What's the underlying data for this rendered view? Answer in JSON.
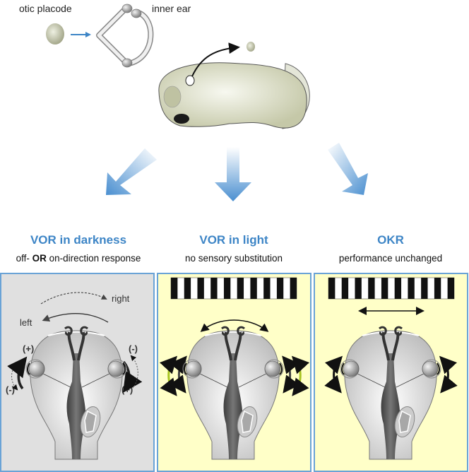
{
  "top": {
    "otic_placode_label": "otic placode",
    "inner_ear_label": "inner ear"
  },
  "panels": [
    {
      "title": "VOR in darkness",
      "subtitle_pre": "off- ",
      "subtitle_bold": "OR",
      "subtitle_post": " on-direction response",
      "background": "#e0e0e0",
      "right_label": "right",
      "left_label": "left",
      "plus": "(+)",
      "minus": "(-)"
    },
    {
      "title": "VOR in light",
      "subtitle": "no sensory substitution",
      "background": "#ffffc8"
    },
    {
      "title": "OKR",
      "subtitle": "performance unchanged",
      "background": "#ffffc8"
    }
  ],
  "colors": {
    "accent_blue": "#3d85c6",
    "panel_border": "#6aa3d6",
    "green_arrow": "#a8c423",
    "embryo": "#c9ccae"
  }
}
